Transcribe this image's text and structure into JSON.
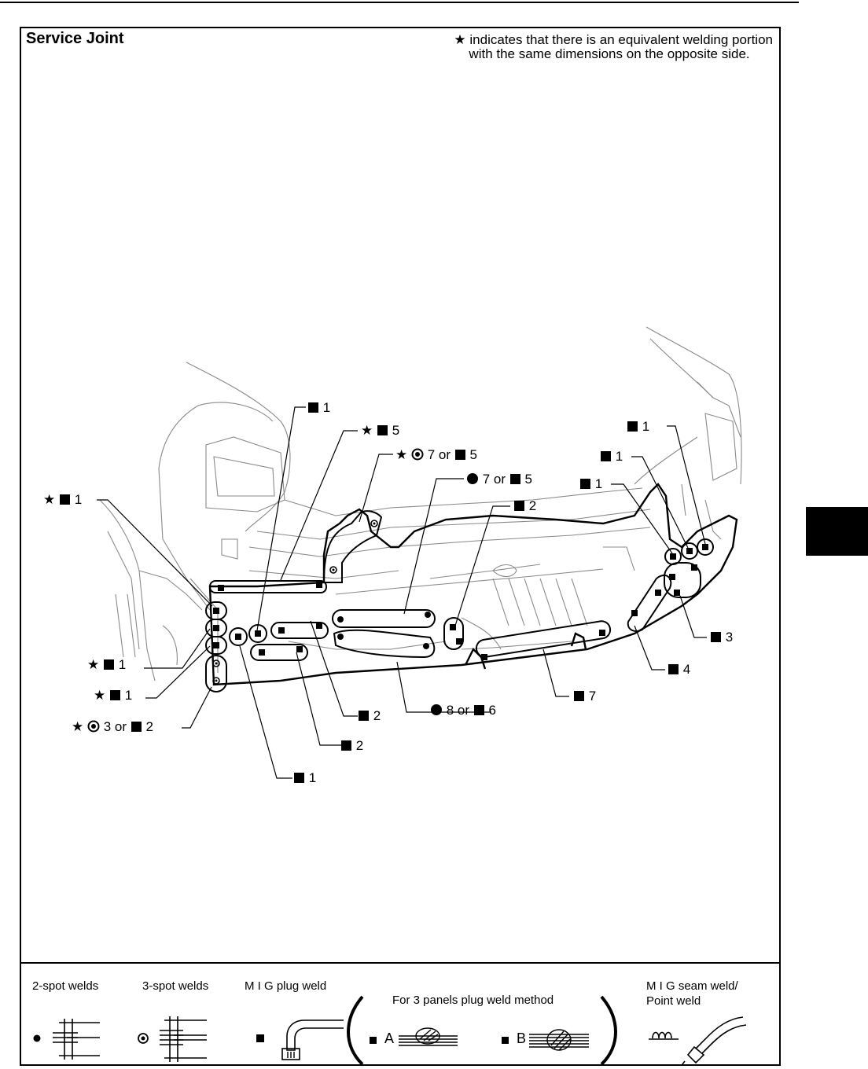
{
  "header": {
    "title": "Service Joint",
    "note_star": "★",
    "note_line1": "indicates that there is an equivalent welding portion",
    "note_line2": "with the same dimensions on the opposite side."
  },
  "callouts": {
    "c1": {
      "star": "",
      "text": "1"
    },
    "c2": {
      "star": "★",
      "text": "5"
    },
    "c3": {
      "star": "★",
      "text": "7 or",
      "text2": "5"
    },
    "c4": {
      "star": "",
      "text": "7 or",
      "text2": "5"
    },
    "c5": {
      "star": "",
      "text": "2"
    },
    "c6": {
      "star": "★",
      "text": "1"
    },
    "c7": {
      "star": "",
      "text": "1"
    },
    "c8": {
      "star": "",
      "text": "1"
    },
    "c9": {
      "star": "",
      "text": "1"
    },
    "c10": {
      "star": "",
      "text": "3"
    },
    "c11": {
      "star": "",
      "text": "4"
    },
    "c12": {
      "star": "",
      "text": "7"
    },
    "c13": {
      "star": "",
      "text": "8 or",
      "text2": "6"
    },
    "c14": {
      "star": "",
      "text": "2"
    },
    "c15": {
      "star": "",
      "text": "2"
    },
    "c16": {
      "star": "",
      "text": "1"
    },
    "c17": {
      "star": "★",
      "text": "1"
    },
    "c18": {
      "star": "★",
      "text": "1"
    },
    "c19": {
      "star": "★",
      "text": "3 or",
      "text2": "2"
    }
  },
  "legend": {
    "two_spot": "2-spot welds",
    "three_spot": "3-spot welds",
    "mig_plug": "M I G plug weld",
    "three_panel": "For 3 panels plug weld method",
    "label_a": "A",
    "label_b": "B",
    "mig_seam_line1": "M I G seam weld/",
    "mig_seam_line2": "Point weld"
  }
}
